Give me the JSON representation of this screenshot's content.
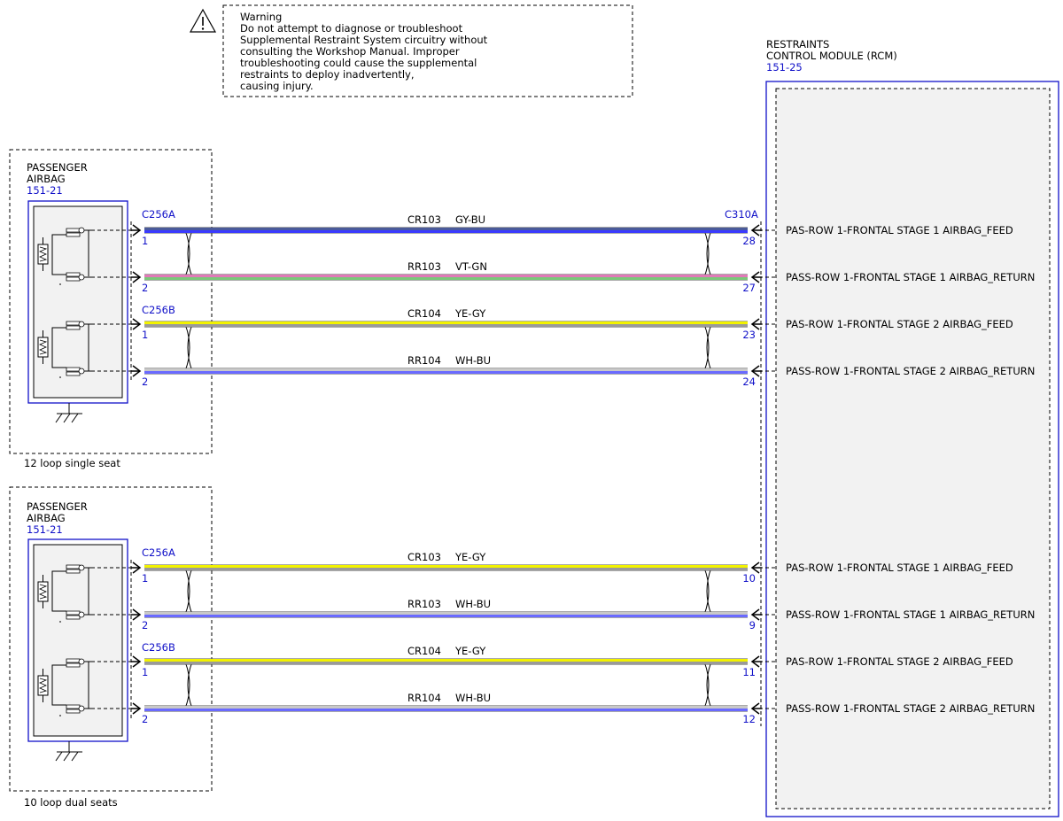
{
  "warning": {
    "title": "Warning",
    "lines": [
      "Do not attempt to diagnose or troubleshoot",
      "Supplemental Restraint System circuitry without",
      "consulting the Workshop Manual. Improper",
      "troubleshooting could cause the supplemental",
      "restraints to deploy inadvertently,",
      "causing injury."
    ]
  },
  "rcm": {
    "name_line1": "RESTRAINTS",
    "name_line2": "CONTROL MODULE (RCM)",
    "ref": "151-25",
    "connector": "C310A"
  },
  "sections": [
    {
      "component_line1": "PASSENGER",
      "component_line2": "AIRBAG",
      "component_ref": "151-21",
      "caption": "12 loop single seat",
      "connector_a": "C256A",
      "connector_b": "C256B",
      "wires": [
        {
          "circuit": "CR103",
          "color_code": "GY-BU",
          "left_pin": "1",
          "rcm_pin": "28",
          "signal": "PAS-ROW 1-FRONTAL STAGE 1 AIRBAG_FEED",
          "colors": [
            "#4a5a9a",
            "#3a3aff"
          ]
        },
        {
          "circuit": "RR103",
          "color_code": "VT-GN",
          "left_pin": "2",
          "rcm_pin": "27",
          "signal": "PASS-ROW 1-FRONTAL STAGE 1 AIRBAG_RETURN",
          "colors": [
            "#e07ab8",
            "#7ac87a"
          ]
        },
        {
          "circuit": "CR104",
          "color_code": "YE-GY",
          "left_pin": "1",
          "rcm_pin": "23",
          "signal": "PAS-ROW 1-FRONTAL STAGE 2 AIRBAG_FEED",
          "colors": [
            "#f2f200",
            "#9a9a9a"
          ]
        },
        {
          "circuit": "RR104",
          "color_code": "WH-BU",
          "left_pin": "2",
          "rcm_pin": "24",
          "signal": "PASS-ROW 1-FRONTAL STAGE 2 AIRBAG_RETURN",
          "colors": [
            "#c8c8c8",
            "#6a6aff"
          ]
        }
      ]
    },
    {
      "component_line1": "PASSENGER",
      "component_line2": "AIRBAG",
      "component_ref": "151-21",
      "caption": "10 loop dual seats",
      "connector_a": "C256A",
      "connector_b": "C256B",
      "wires": [
        {
          "circuit": "CR103",
          "color_code": "YE-GY",
          "left_pin": "1",
          "rcm_pin": "10",
          "signal": "PAS-ROW 1-FRONTAL STAGE 1 AIRBAG_FEED",
          "colors": [
            "#f2f200",
            "#9a9a9a"
          ]
        },
        {
          "circuit": "RR103",
          "color_code": "WH-BU",
          "left_pin": "2",
          "rcm_pin": "9",
          "signal": "PASS-ROW 1-FRONTAL STAGE 1 AIRBAG_RETURN",
          "colors": [
            "#c8c8c8",
            "#6a6aff"
          ]
        },
        {
          "circuit": "CR104",
          "color_code": "YE-GY",
          "left_pin": "1",
          "rcm_pin": "11",
          "signal": "PAS-ROW 1-FRONTAL STAGE 2 AIRBAG_FEED",
          "colors": [
            "#f2f200",
            "#9a9a9a"
          ]
        },
        {
          "circuit": "RR104",
          "color_code": "WH-BU",
          "left_pin": "2",
          "rcm_pin": "12",
          "signal": "PASS-ROW 1-FRONTAL STAGE 2 AIRBAG_RETURN",
          "colors": [
            "#c8c8c8",
            "#6a6aff"
          ]
        }
      ]
    }
  ],
  "colors": {
    "blue_frame": "#1010c8",
    "module_fill": "#f2f2f2"
  }
}
